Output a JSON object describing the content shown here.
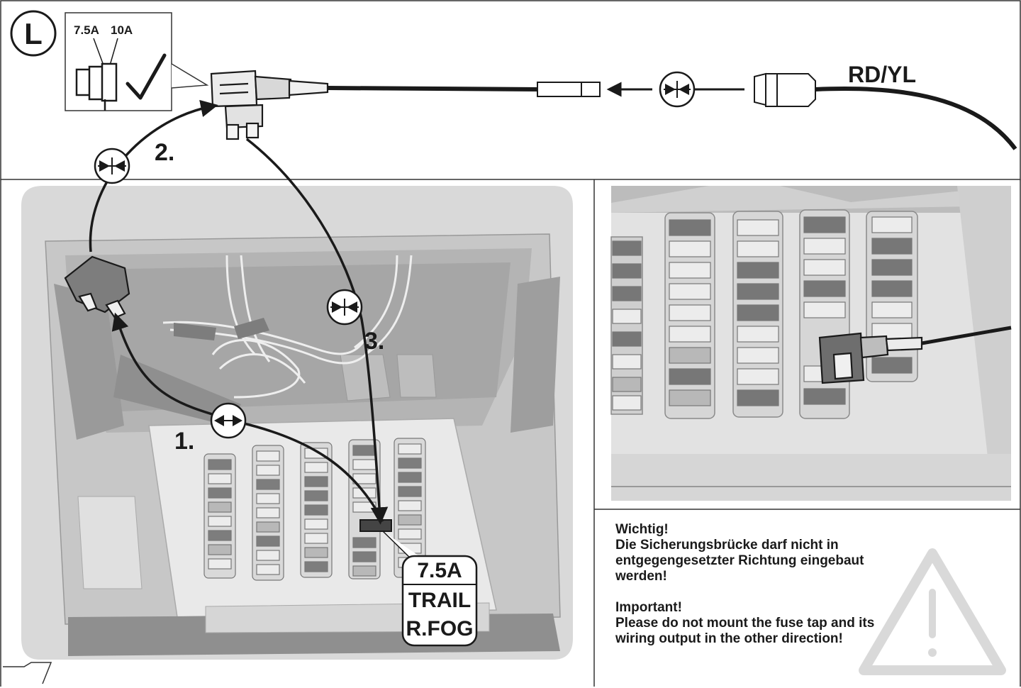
{
  "step_marker": "L",
  "inset_fuse_labels": {
    "small": "7.5A",
    "large": "10A"
  },
  "wire_color": "RD/YL",
  "steps": [
    "1.",
    "2.",
    "3."
  ],
  "fuse_callout": {
    "rating": "7.5A",
    "function_line1": "TRAIL",
    "function_line2": "R.FOG"
  },
  "notes": {
    "de_heading": "Wichtig!",
    "de_lines": [
      "Die Sicherungsbrücke darf nicht in",
      "entgegengesetzter Richtung eingebaut",
      "werden!"
    ],
    "en_heading": "Important!",
    "en_lines": [
      "Please do not mount the fuse tap and its",
      "wiring output in the other direction!"
    ]
  },
  "warning_icon": "warning-triangle-icon",
  "icons": [
    "checkmark-icon",
    "connect-icon",
    "insert-arrow-icon",
    "remove-fuse-icon"
  ],
  "colors": {
    "line": "#1a1a1a",
    "panel_light": "#e6e6e6",
    "panel_mid": "#c9c9c9",
    "panel_dark": "#8f8f8f",
    "fuse_dark": "#777777",
    "fuse_light": "#ececec"
  }
}
